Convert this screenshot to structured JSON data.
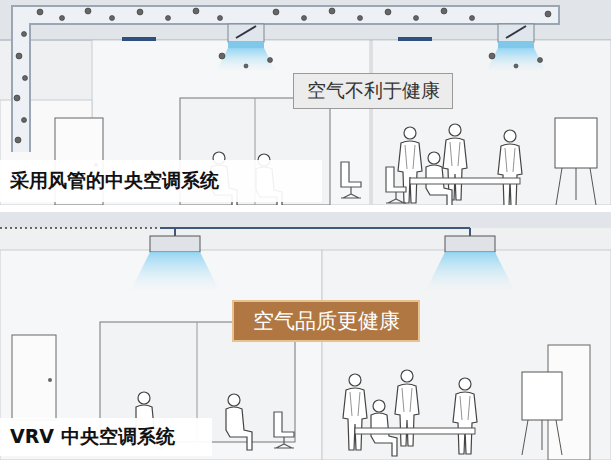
{
  "diagram": {
    "nodes": [
      {
        "text": [
          "空气不利于健康"
        ]
      },
      {
        "text": [
          "采用风管的中央空调系统"
        ]
      },
      {
        "text": [
          "空气品质更健康"
        ]
      },
      {
        "text": [
          "VRV 中央空调系统"
        ]
      }
    ]
  }
}
